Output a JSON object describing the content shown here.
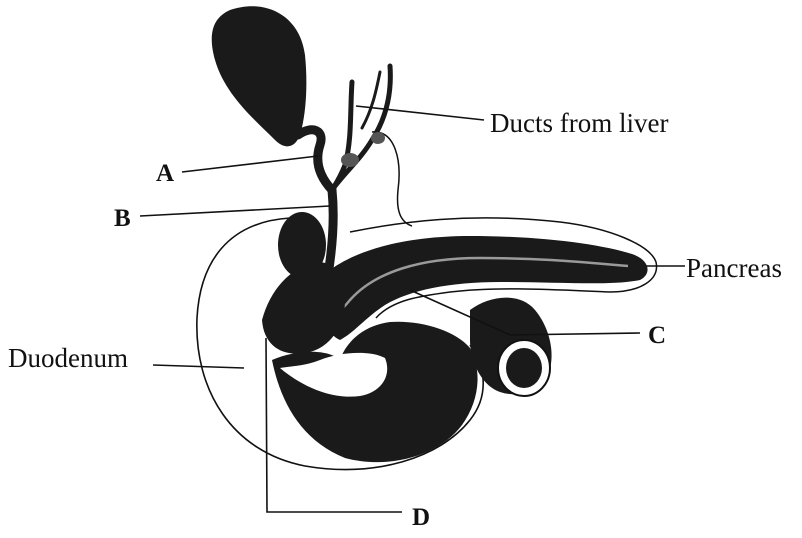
{
  "labels": {
    "ducts_from_liver": "Ducts from liver",
    "a": "A",
    "b": "B",
    "pancreas": "Pancreas",
    "c": "C",
    "duodenum": "Duodenum",
    "d": "D"
  },
  "colors": {
    "ink": "#111111",
    "organ_fill": "#1a1a1a",
    "background": "#ffffff"
  }
}
